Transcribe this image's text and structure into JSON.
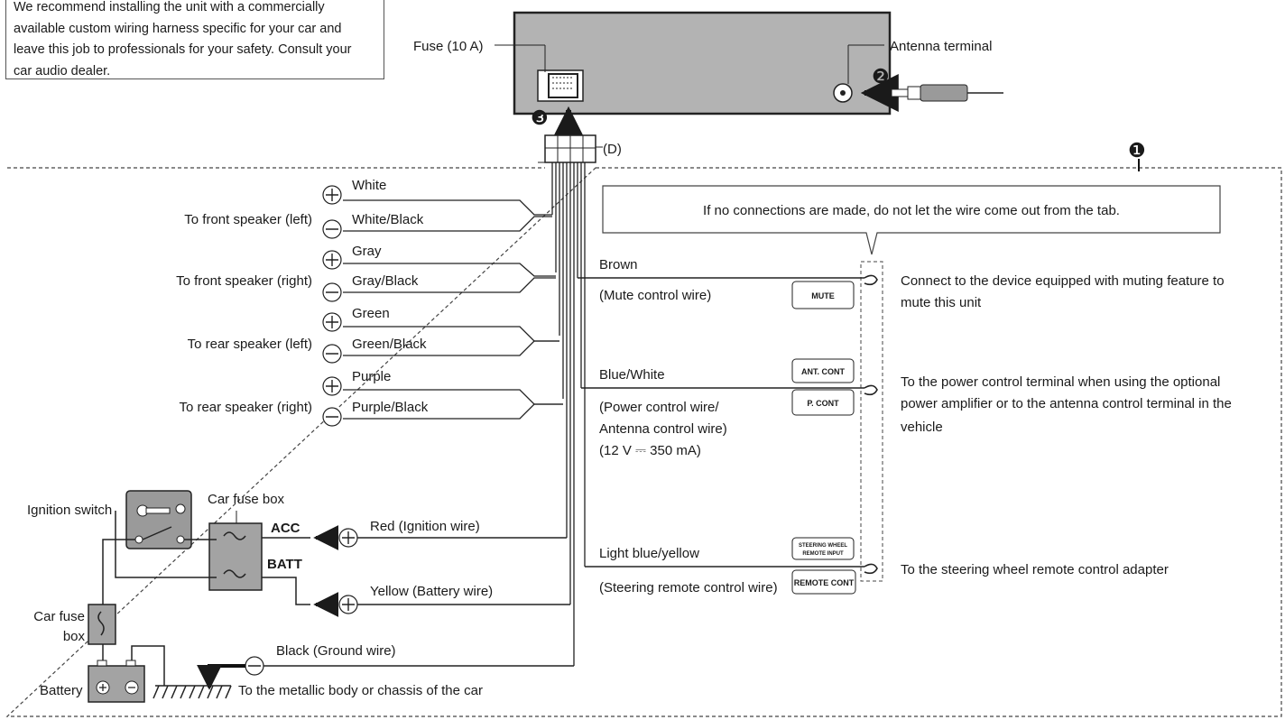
{
  "note": {
    "lines": [
      "We recommend installing the unit with a commercially",
      "available custom wiring harness specific for your car and",
      "leave this job to professionals for your safety. Consult your",
      "car audio dealer."
    ]
  },
  "unit": {
    "fuse_label": "Fuse (10 A)",
    "antenna_label": "Antenna terminal",
    "connector_label": "(D)",
    "step_1": "❶",
    "step_2": "❷",
    "step_3": "❸"
  },
  "tab_note": "If no connections are made, do not let the wire come out from the tab.",
  "speakers": [
    {
      "label": "To front speaker (left)",
      "plus_wire": "White",
      "minus_wire": "White/Black"
    },
    {
      "label": "To front speaker (right)",
      "plus_wire": "Gray",
      "minus_wire": "Gray/Black"
    },
    {
      "label": "To rear speaker (left)",
      "plus_wire": "Green",
      "minus_wire": "Green/Black"
    },
    {
      "label": "To rear speaker (right)",
      "plus_wire": "Purple",
      "minus_wire": "Purple/Black"
    }
  ],
  "control_wires": {
    "brown": "Brown",
    "brown_desc": "(Mute control wire)",
    "mute_tag": "MUTE",
    "mute_target": [
      "Connect to the device equipped with muting feature to",
      "mute this unit"
    ],
    "blue": "Blue/White",
    "blue_desc": [
      "(Power control wire/",
      "Antenna control wire)",
      "(12 V ⎓ 350 mA)"
    ],
    "ant_tag": "ANT. CONT",
    "pcont_tag": "P. CONT",
    "power_target": [
      "To the power control terminal when using the optional",
      "power amplifier or to the antenna control terminal in the",
      "vehicle"
    ],
    "light_blue": "Light blue/yellow",
    "light_blue_desc": "(Steering remote control wire)",
    "steering_tag": [
      "STEERING WHEEL",
      "REMOTE INPUT"
    ],
    "remote_tag": "REMOTE CONT",
    "steering_target": "To the steering wheel remote control adapter"
  },
  "power": {
    "ignition_switch": "Ignition switch",
    "car_fuse_box_top": "Car fuse box",
    "acc": "ACC",
    "batt": "BATT",
    "red_wire": "Red (Ignition wire)",
    "yellow_wire": "Yellow (Battery wire)",
    "car_fuse_box_left": [
      "Car fuse",
      "box"
    ],
    "battery": "Battery",
    "black_wire": "Black (Ground wire)",
    "ground_target": "To the metallic body or chassis of the car"
  }
}
